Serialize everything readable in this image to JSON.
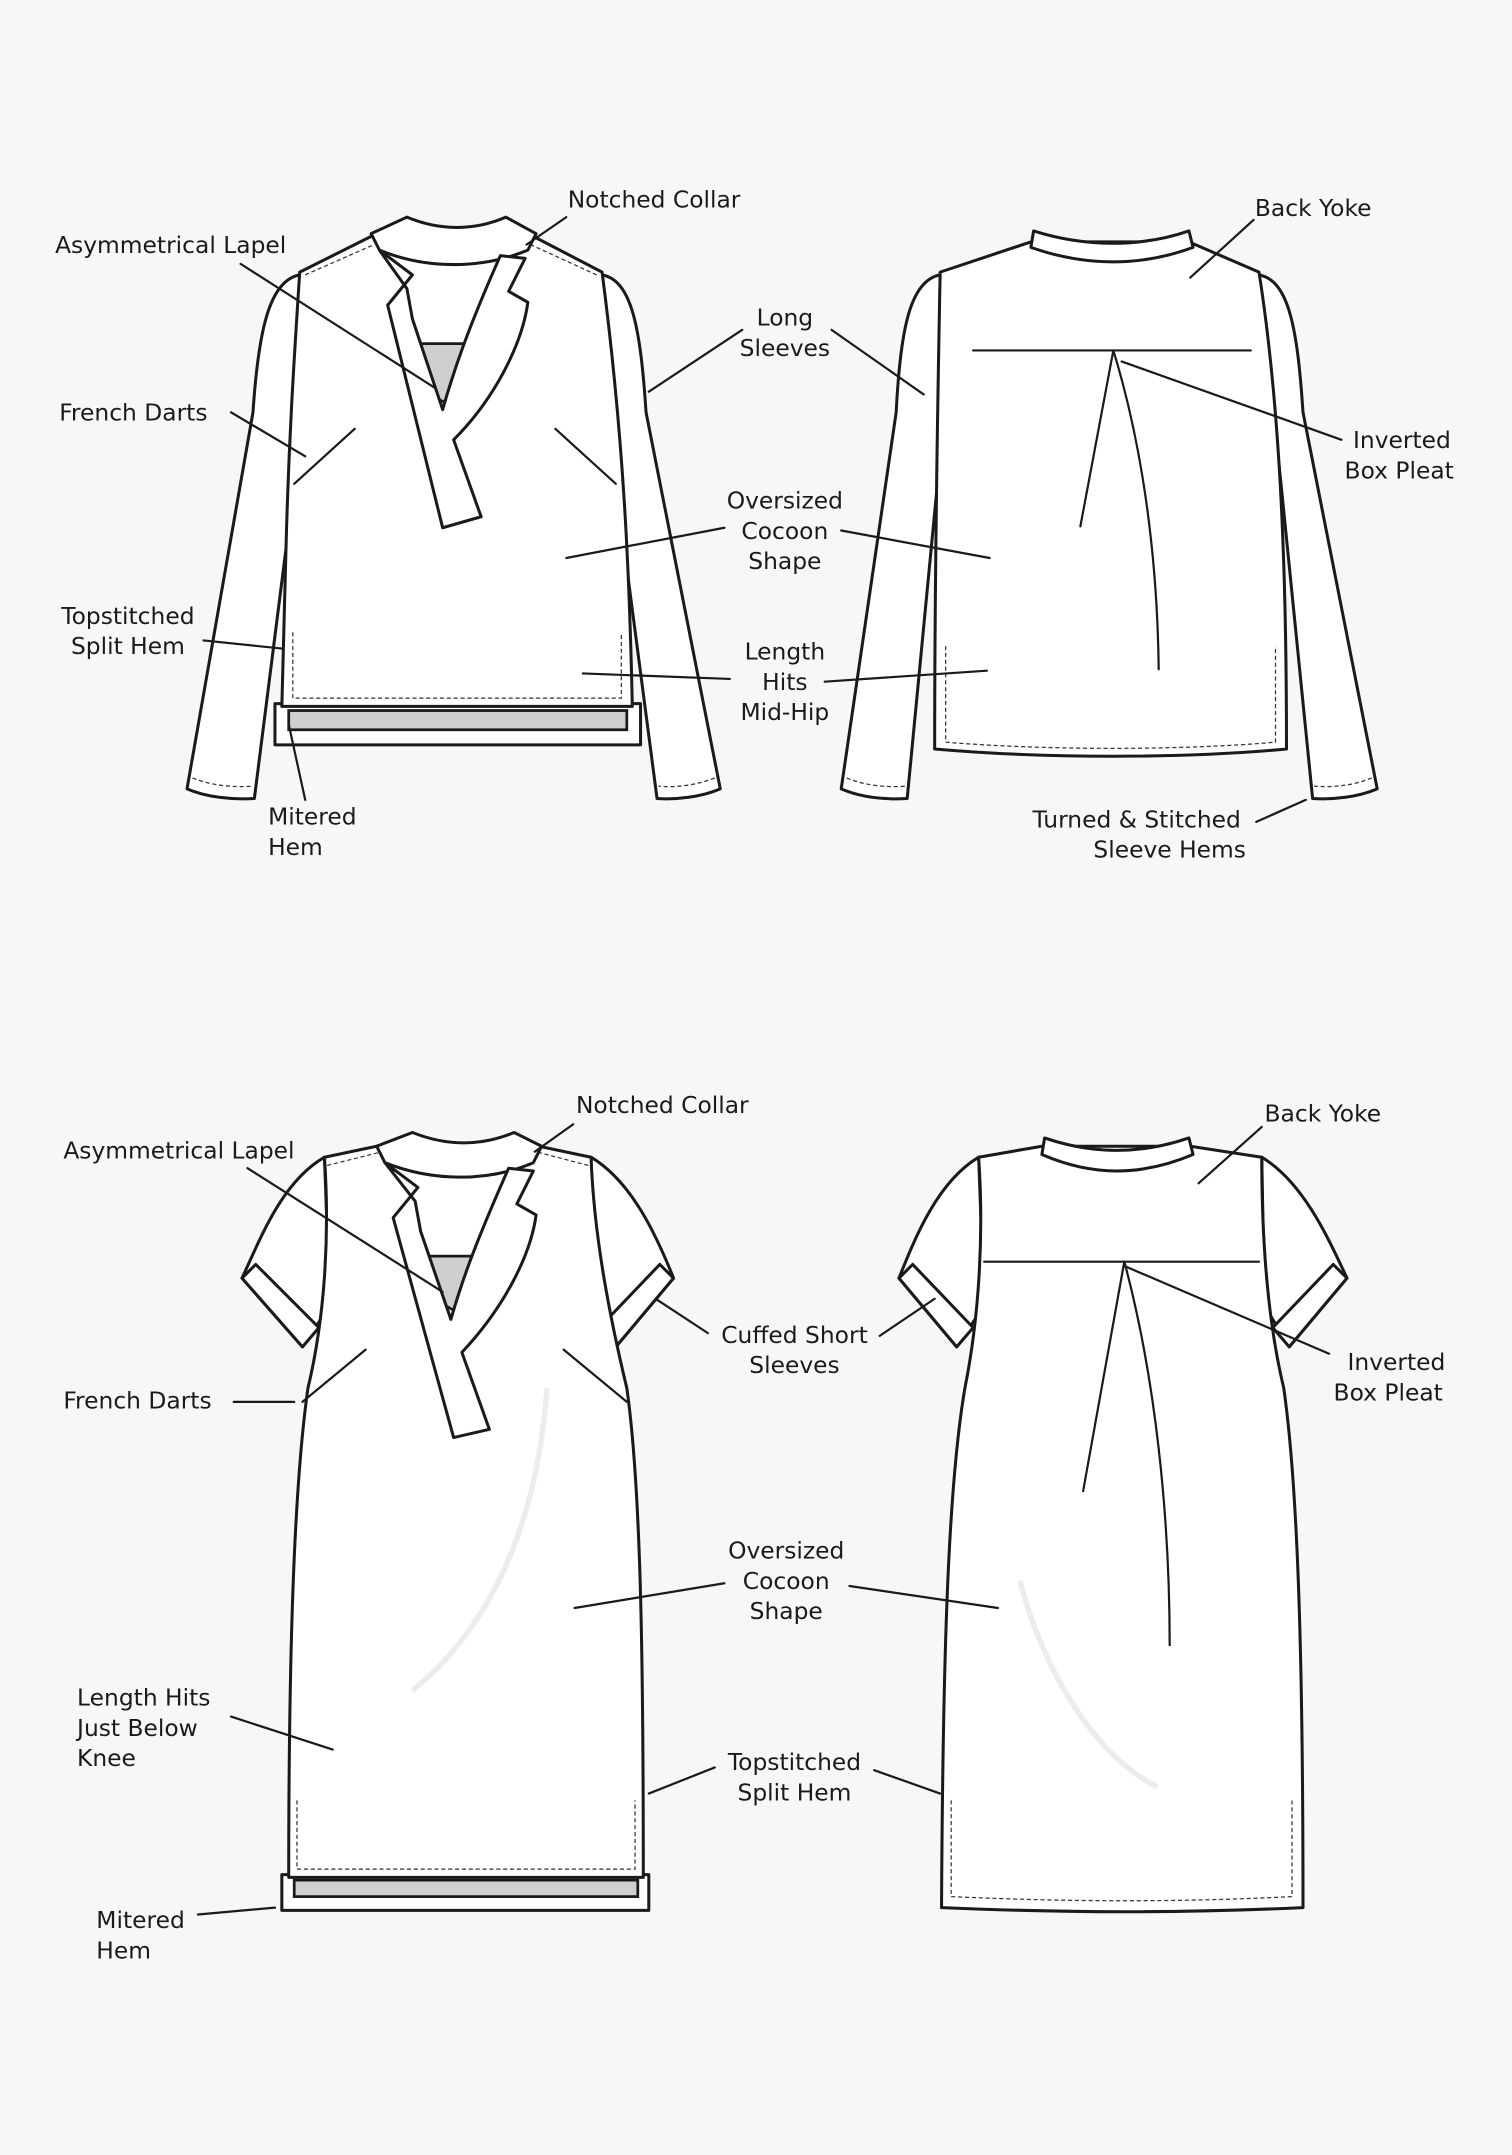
{
  "colors": {
    "background": "#f7f7f7",
    "line": "#1a1a1a",
    "fill": "#ffffff",
    "contrast_panel": "#cfcfcf"
  },
  "top": {
    "front": {
      "notched_collar": "Notched Collar",
      "asymmetrical_lapel": "Asymmetrical Lapel",
      "french_darts": "French Darts",
      "split_hem": [
        "Topstitched",
        "Split Hem"
      ],
      "mitered_hem": [
        "Mitered",
        "Hem"
      ]
    },
    "center": {
      "long_sleeves": [
        "Long",
        "Sleeves"
      ],
      "cocoon": [
        "Oversized",
        "Cocoon",
        "Shape"
      ],
      "length": [
        "Length",
        "Hits",
        "Mid-Hip"
      ]
    },
    "back": {
      "back_yoke": "Back Yoke",
      "box_pleat": [
        "Inverted",
        "Box Pleat"
      ],
      "sleeve_hems": [
        "Turned & Stitched",
        "Sleeve Hems"
      ]
    }
  },
  "dress": {
    "front": {
      "notched_collar": "Notched Collar",
      "asymmetrical_lapel": "Asymmetrical Lapel",
      "french_darts": "French Darts",
      "length": [
        "Length Hits",
        "Just Below",
        "Knee"
      ],
      "mitered_hem": [
        "Mitered",
        "Hem"
      ]
    },
    "center": {
      "cuffed_sleeves": [
        "Cuffed Short",
        "Sleeves"
      ],
      "cocoon": [
        "Oversized",
        "Cocoon",
        "Shape"
      ],
      "split_hem": [
        "Topstitched",
        "Split Hem"
      ]
    },
    "back": {
      "back_yoke": "Back Yoke",
      "box_pleat": [
        "Inverted",
        "Box Pleat"
      ]
    }
  }
}
